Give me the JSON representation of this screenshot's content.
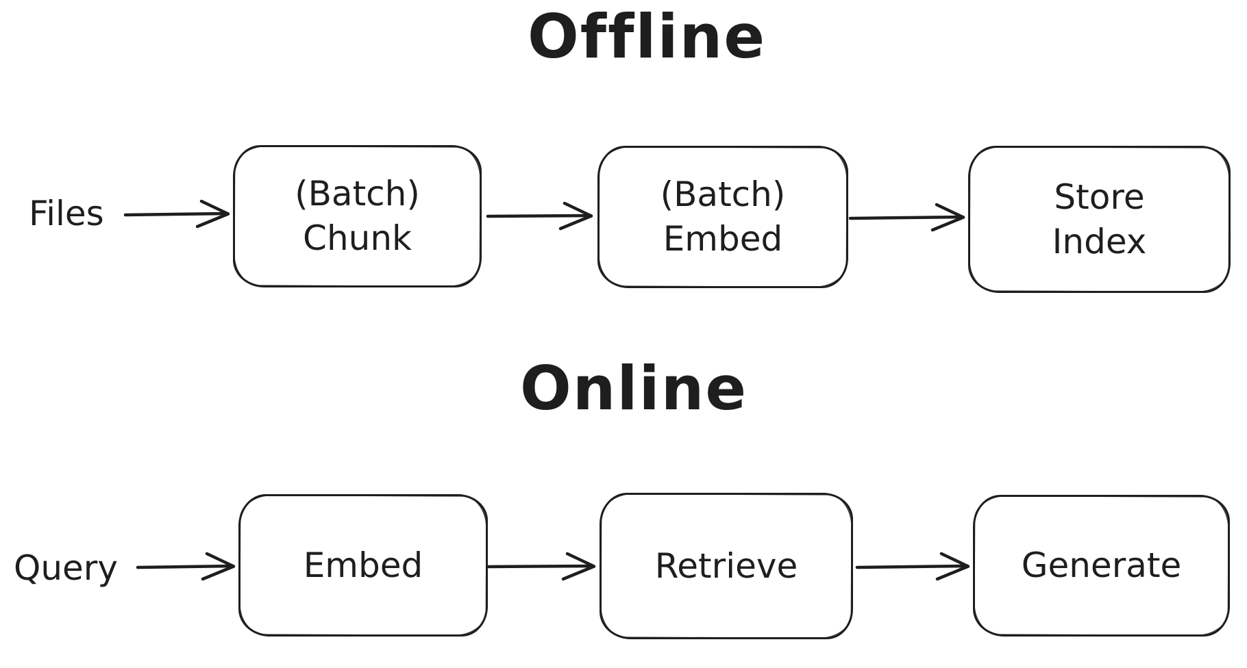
{
  "diagram": {
    "colors": {
      "background": "#ffffff",
      "stroke": "#1e1e1e"
    },
    "sections": [
      {
        "title": "Offline",
        "source_label": "Files",
        "nodes": [
          {
            "lines": [
              "(Batch)",
              "Chunk"
            ]
          },
          {
            "lines": [
              "(Batch)",
              "Embed"
            ]
          },
          {
            "lines": [
              "Store",
              "Index"
            ]
          }
        ]
      },
      {
        "title": "Online",
        "source_label": "Query",
        "nodes": [
          {
            "lines": [
              "Embed"
            ]
          },
          {
            "lines": [
              "Retrieve"
            ]
          },
          {
            "lines": [
              "Generate"
            ]
          }
        ]
      }
    ],
    "connections": [
      {
        "from": "Files",
        "to": "(Batch) Chunk"
      },
      {
        "from": "(Batch) Chunk",
        "to": "(Batch) Embed"
      },
      {
        "from": "(Batch) Embed",
        "to": "Store Index"
      },
      {
        "from": "Query",
        "to": "Embed"
      },
      {
        "from": "Embed",
        "to": "Retrieve"
      },
      {
        "from": "Retrieve",
        "to": "Generate"
      }
    ]
  }
}
